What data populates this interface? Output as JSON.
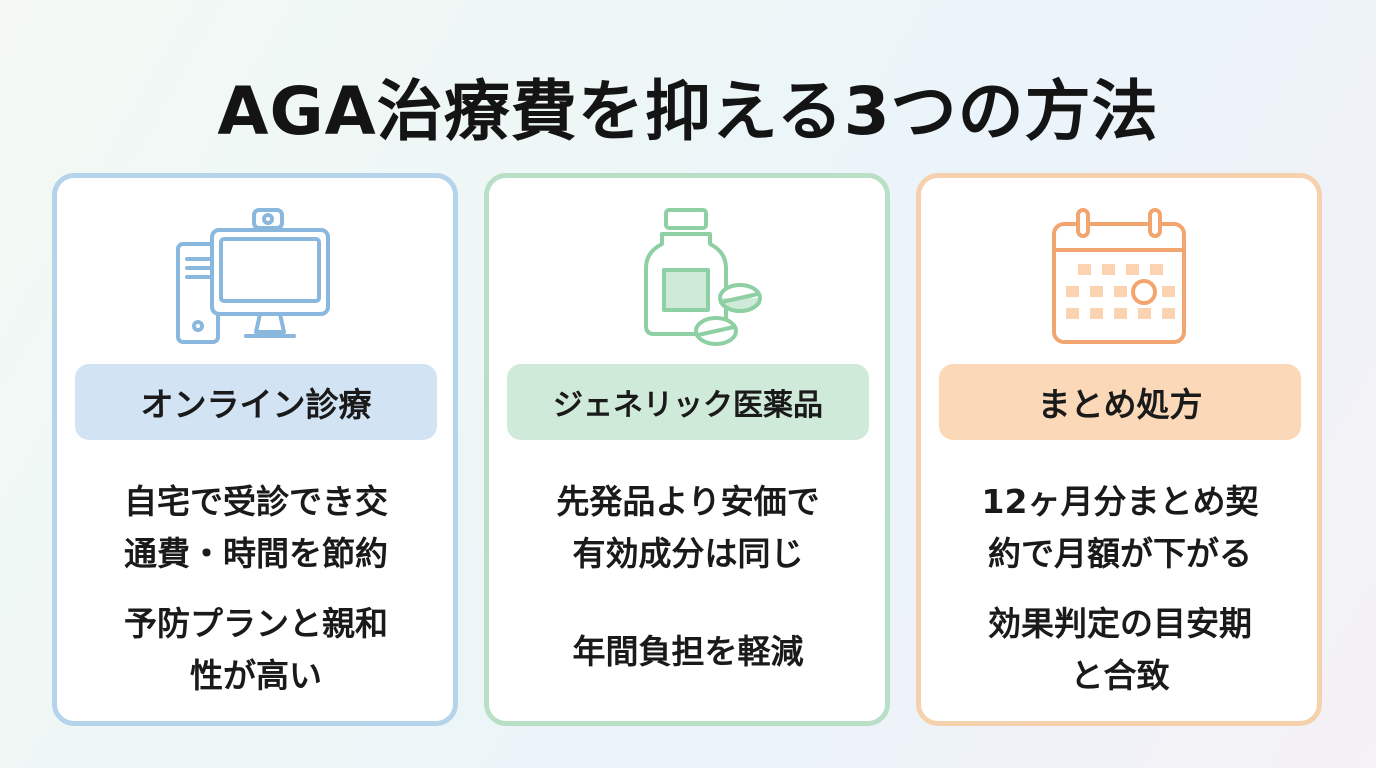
{
  "title": "AGA治療費を抑える3つの方法",
  "colors": {
    "blue_border": "#b6d3ec",
    "blue_label": "#d2e4f4",
    "blue_icon": "#8ab7dd",
    "green_border": "#b9e0c6",
    "green_label": "#cfead8",
    "green_icon": "#8fcfa4",
    "orange_border": "#f6d1ad",
    "orange_label": "#fbd9b8",
    "orange_icon": "#f2a56f"
  },
  "cards": [
    {
      "icon": "desktop-computer-icon",
      "label": "オンライン診療",
      "desc_a": [
        "自宅で受診でき交",
        "通費・時間を節約"
      ],
      "desc_b": [
        "予防プランと親和",
        "性が高い"
      ]
    },
    {
      "icon": "medicine-bottle-pills-icon",
      "label": "ジェネリック医薬品",
      "desc_a": [
        "先発品より安価で",
        "有効成分は同じ"
      ],
      "desc_b": [
        "年間負担を軽減"
      ]
    },
    {
      "icon": "calendar-icon",
      "label": "まとめ処方",
      "desc_a": [
        "12ヶ月分まとめ契",
        "約で月額が下がる"
      ],
      "desc_b": [
        "効果判定の目安期",
        "と合致"
      ]
    }
  ]
}
